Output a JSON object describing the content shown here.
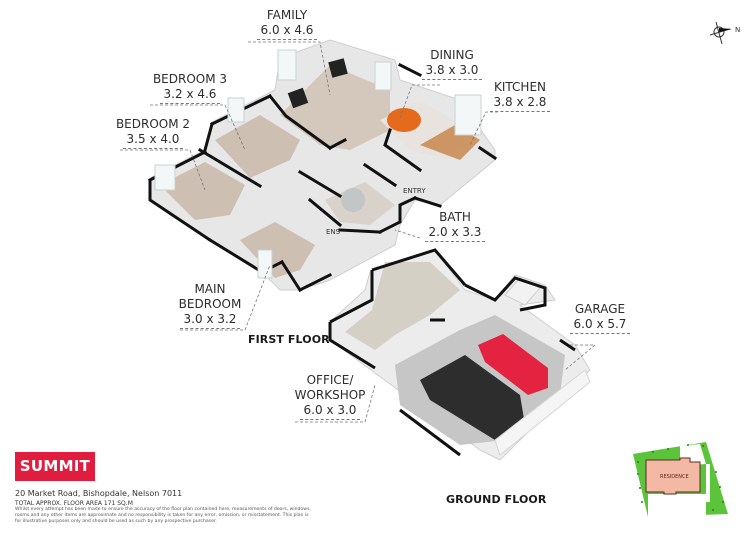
{
  "brand": {
    "name": "SUMMIT",
    "color": "#e11d3f"
  },
  "property": {
    "address": "20 Market Road, Bishopdale, Nelson 7011",
    "total_area": "TOTAL APPROX. FLOOR AREA 171 SQ.M",
    "disclaimer": "Whilst every attempt has been made to ensure the accuracy of the floor plan contained here, measurements of doors, windows, rooms and any other items are approximate and no responsibility is taken for any error, omission, or misstatement. This plan is for illustrative purposes only and should be used as such by any prospective purchaser."
  },
  "compass": {
    "label": "N"
  },
  "floors": {
    "first": {
      "title": "FIRST FLOOR"
    },
    "ground": {
      "title": "GROUND FLOOR"
    }
  },
  "rooms": [
    {
      "name": "FAMILY",
      "dims": "6.0 x 4.6"
    },
    {
      "name": "DINING",
      "dims": "3.8 x 3.0"
    },
    {
      "name": "KITCHEN",
      "dims": "3.8 x 2.8"
    },
    {
      "name": "BEDROOM 3",
      "dims": "3.2 x 4.6"
    },
    {
      "name": "BEDROOM 2",
      "dims": "3.5 x 4.0"
    },
    {
      "name": "BATH",
      "dims": "2.0 x 3.3"
    },
    {
      "name_line1": "MAIN",
      "name_line2": "BEDROOM",
      "dims": "3.0 x 3.2"
    },
    {
      "name": "GARAGE",
      "dims": "6.0 x 5.7"
    },
    {
      "name_line1": "OFFICE/",
      "name_line2": "WORKSHOP",
      "dims": "6.0 x 3.0"
    }
  ],
  "tags": {
    "entry": "ENTRY",
    "ensuite": "ENS"
  },
  "site_plan": {
    "residence_label": "RESIDENCE",
    "colors": {
      "lawn": "#5cc43a",
      "residence": "#f3b9a4"
    }
  }
}
